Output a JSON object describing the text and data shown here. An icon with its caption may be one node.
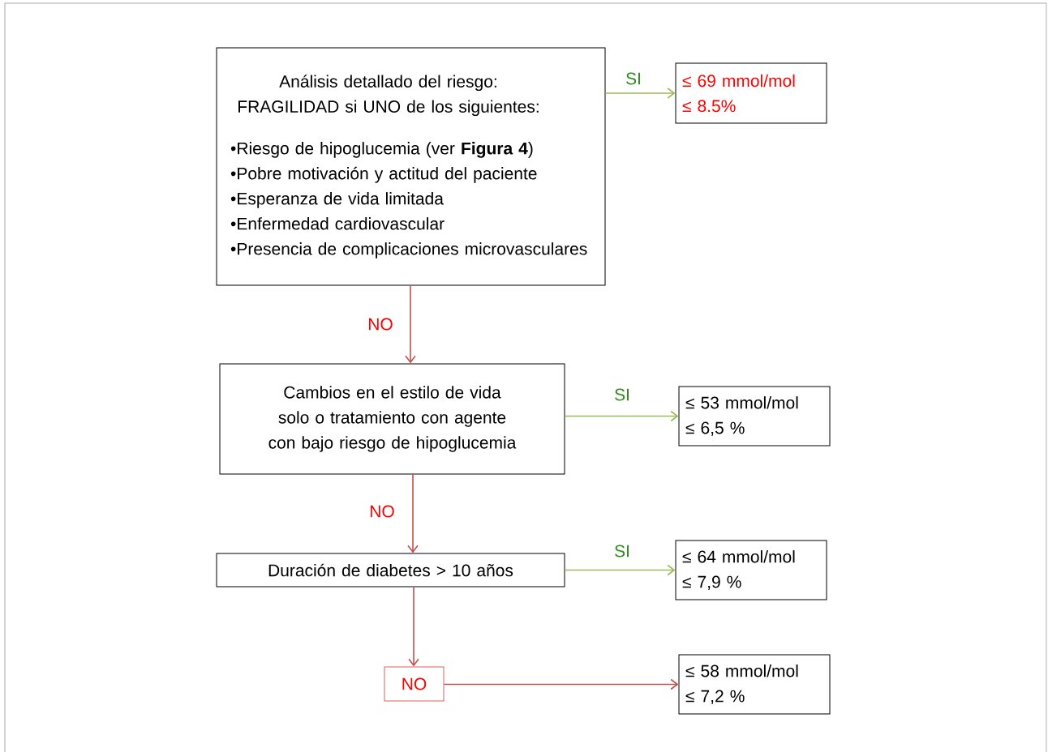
{
  "diagram": {
    "nodes": [
      {
        "text": [
          "Análisis detallado del riesgo: FRAGILIDAD si UNO de los siguientes:",
          "•Riesgo de hipoglucemia (ver **Figura 4**)",
          "•Pobre motivación y actitud del paciente",
          "•Esperanza de vida limitada",
          "•Enfermedad cardiovascular",
          "•Presencia de complicaciones microvasculares"
        ]
      },
      {
        "text": [
          "≤ 69 mmol/mol",
          "≤ 8.5%"
        ]
      },
      {
        "text": [
          "Cambios en el estilo de vida solo o tratamiento con agente con bajo riesgo de hipoglucemia"
        ]
      },
      {
        "text": [
          "≤ 53 mmol/mol",
          "≤ 6,5 %"
        ]
      },
      {
        "text": [
          "Duración de diabetes > 10 años"
        ]
      },
      {
        "text": [
          "≤ 64 mmol/mol",
          "≤ 7,9 %"
        ]
      },
      {
        "text": [
          "NO"
        ]
      },
      {
        "text": [
          "≤ 58 mmol/mol",
          "≤ 7,2 %"
        ]
      }
    ],
    "edges": [
      {
        "from": 0,
        "to": 1,
        "arrow": "to",
        "label": "SI",
        "color": "#9bbb59"
      },
      {
        "from": 0,
        "to": 2,
        "arrow": "to",
        "label": "NO",
        "color": "#c0504d"
      },
      {
        "from": 2,
        "to": 3,
        "arrow": "to",
        "label": "SI",
        "color": "#9bbb59"
      },
      {
        "from": 2,
        "to": 4,
        "arrow": "to",
        "label": "NO",
        "color": "#c0504d"
      },
      {
        "from": 4,
        "to": 5,
        "arrow": "to",
        "label": "SI",
        "color": "#9bbb59"
      },
      {
        "from": 4,
        "to": 6,
        "arrow": "to",
        "color": "#c0504d"
      },
      {
        "from": 6,
        "to": 7,
        "arrow": "to",
        "color": "#c0504d"
      }
    ]
  }
}
